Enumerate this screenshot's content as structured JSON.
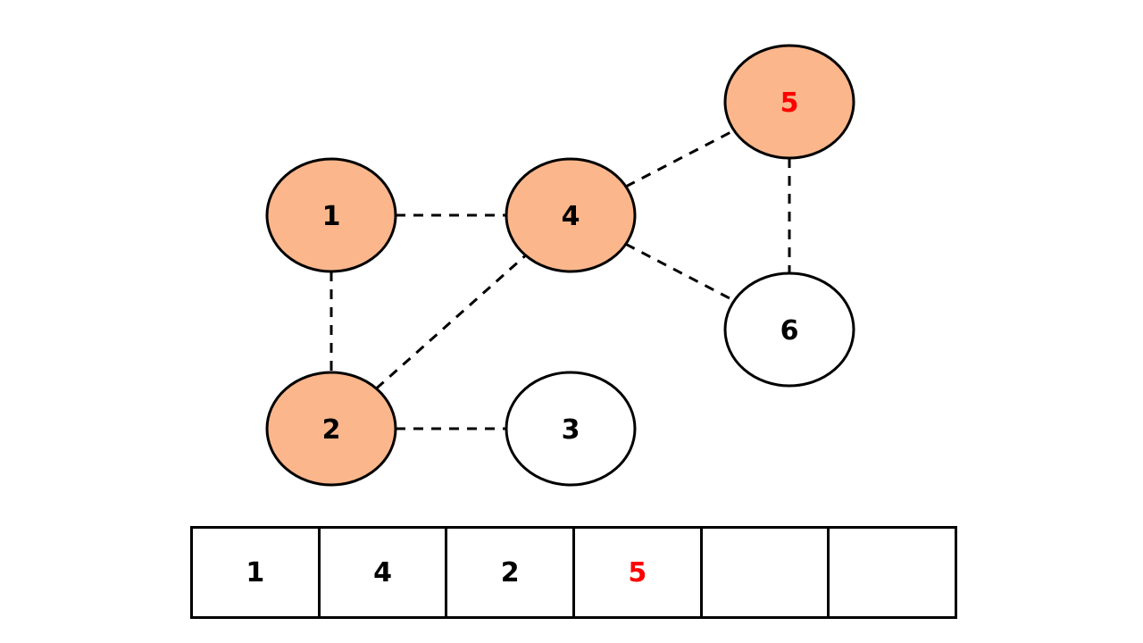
{
  "colors": {
    "visited_fill": "#FBB68B",
    "unvisited_fill": "#FFFFFF",
    "stroke": "#000000",
    "text": "#000000",
    "highlight_text": "#FF0000"
  },
  "nodes": [
    {
      "id": "1",
      "label": "1",
      "visited": true,
      "highlight": false
    },
    {
      "id": "2",
      "label": "2",
      "visited": true,
      "highlight": false
    },
    {
      "id": "3",
      "label": "3",
      "visited": false,
      "highlight": false
    },
    {
      "id": "4",
      "label": "4",
      "visited": true,
      "highlight": false
    },
    {
      "id": "5",
      "label": "5",
      "visited": true,
      "highlight": true
    },
    {
      "id": "6",
      "label": "6",
      "visited": false,
      "highlight": false
    }
  ],
  "edges": [
    [
      "1",
      "4"
    ],
    [
      "1",
      "2"
    ],
    [
      "2",
      "4"
    ],
    [
      "2",
      "3"
    ],
    [
      "4",
      "5"
    ],
    [
      "4",
      "6"
    ],
    [
      "5",
      "6"
    ]
  ],
  "visit_array": {
    "cells": [
      {
        "value": "1",
        "highlight": false
      },
      {
        "value": "4",
        "highlight": false
      },
      {
        "value": "2",
        "highlight": false
      },
      {
        "value": "5",
        "highlight": true
      },
      {
        "value": "",
        "highlight": false
      },
      {
        "value": "",
        "highlight": false
      }
    ]
  }
}
